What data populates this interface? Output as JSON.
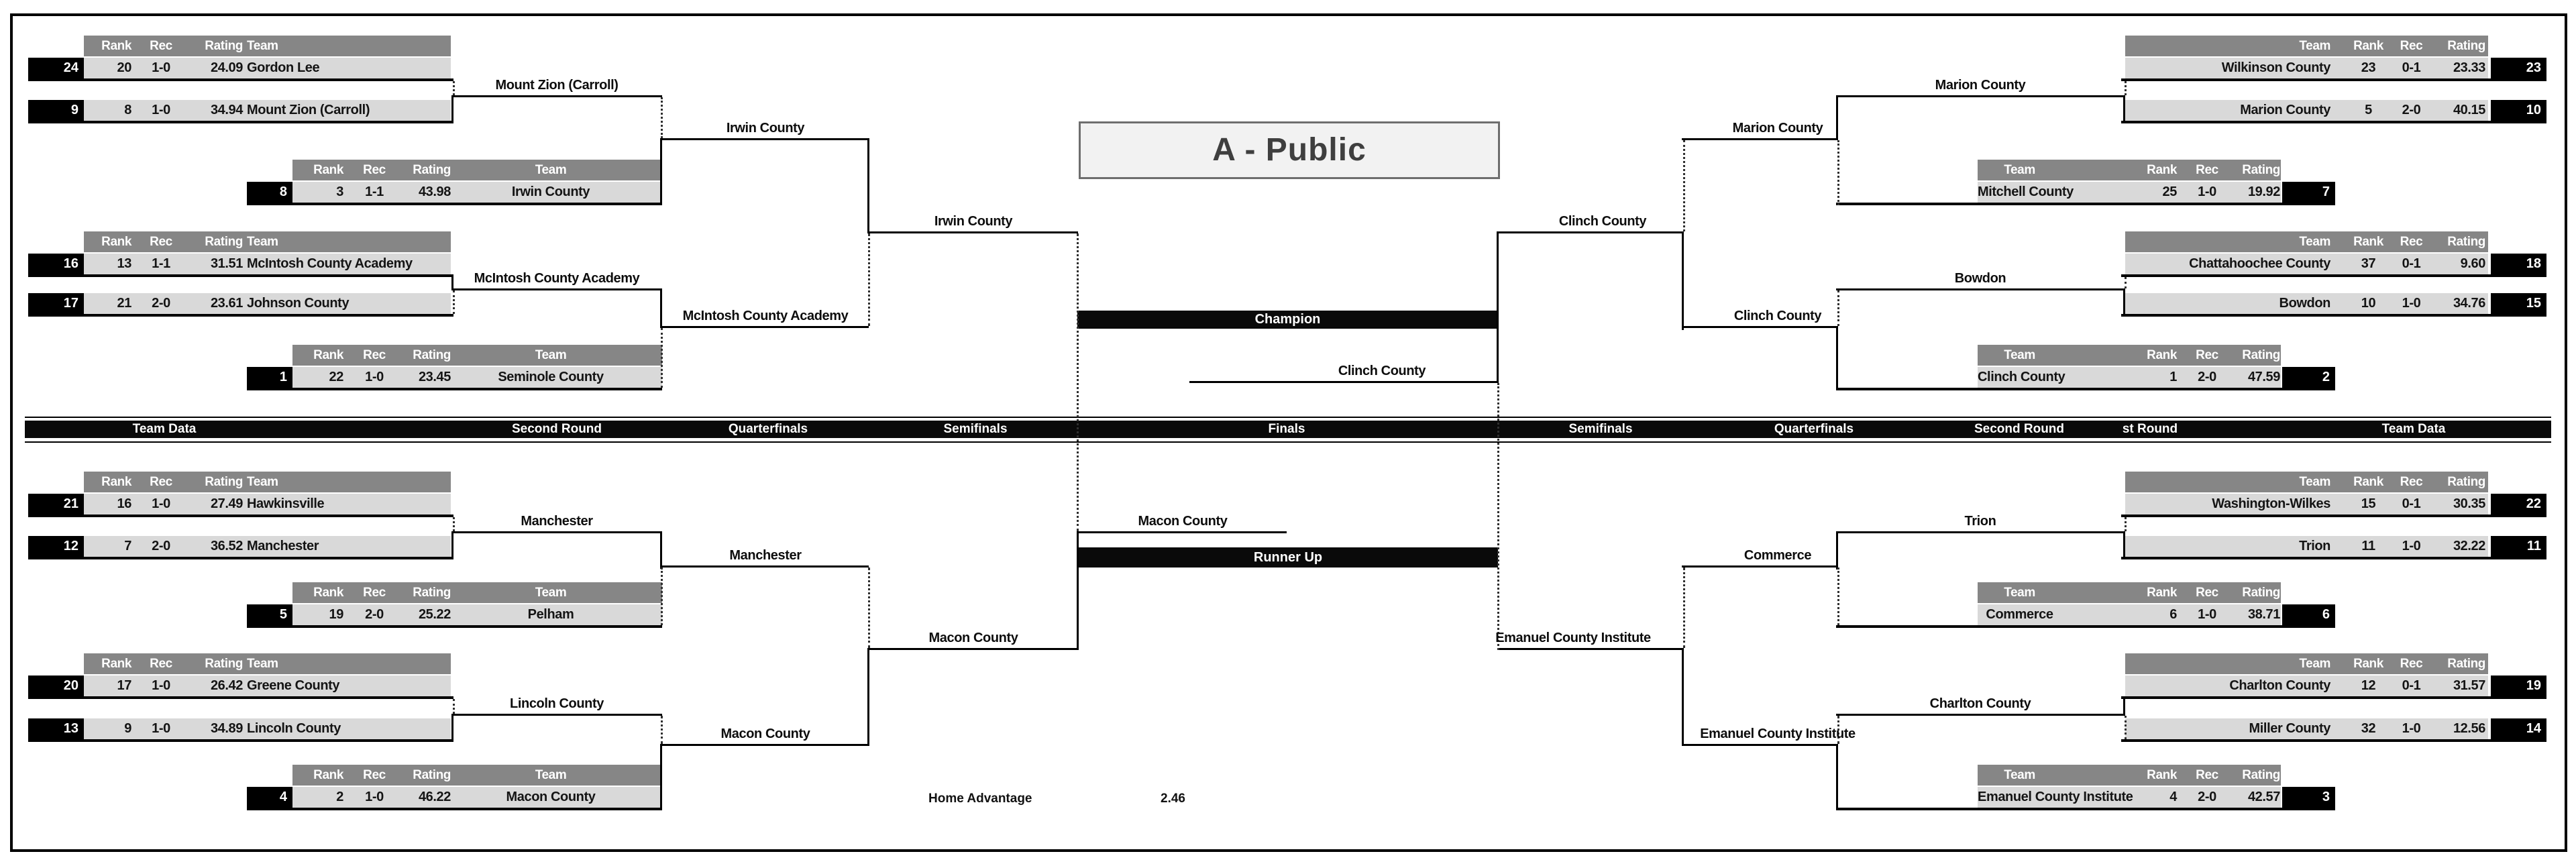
{
  "title": "A - Public",
  "round_bar": [
    "Team Data",
    "Second Round",
    "Quarterfinals",
    "Semifinals",
    "Finals",
    "Semifinals",
    "Quarterfinals",
    "Second Round",
    "st Round",
    "Team Data"
  ],
  "col_headers": {
    "rank": "Rank",
    "rec": "Rec",
    "rating": "Rating",
    "team": "Team"
  },
  "champion_label": "Champion",
  "runner_up_label": "Runner Up",
  "home_advantage": {
    "label": "Home Advantage",
    "value": "2.46"
  },
  "finalists": {
    "top": "Clinch County",
    "bottom": "Macon County"
  },
  "semifinalists": {
    "top_left": "Irwin County",
    "bottom_left": "Macon County",
    "top_right": "Clinch County",
    "bottom_right": "Emanuel County Institute"
  },
  "first_round": [
    {
      "teams": [
        {
          "seed": "24",
          "rank": "20",
          "rec": "1-0",
          "rating": "24.09",
          "team": "Gordon Lee"
        },
        {
          "seed": "9",
          "rank": "8",
          "rec": "1-0",
          "rating": "34.94",
          "team": "Mount Zion (Carroll)"
        }
      ],
      "winner": "Mount Zion (Carroll)"
    },
    {
      "teams": [
        {
          "seed": "16",
          "rank": "13",
          "rec": "1-1",
          "rating": "31.51",
          "team": "McIntosh County Academy"
        },
        {
          "seed": "17",
          "rank": "21",
          "rec": "2-0",
          "rating": "23.61",
          "team": "Johnson County"
        }
      ],
      "winner": "McIntosh County Academy"
    },
    {
      "teams": [
        {
          "seed": "21",
          "rank": "16",
          "rec": "1-0",
          "rating": "27.49",
          "team": "Hawkinsville"
        },
        {
          "seed": "12",
          "rank": "7",
          "rec": "2-0",
          "rating": "36.52",
          "team": "Manchester"
        }
      ],
      "winner": "Manchester"
    },
    {
      "teams": [
        {
          "seed": "20",
          "rank": "17",
          "rec": "1-0",
          "rating": "26.42",
          "team": "Greene County"
        },
        {
          "seed": "13",
          "rank": "9",
          "rec": "1-0",
          "rating": "34.89",
          "team": "Lincoln County"
        }
      ],
      "winner": "Lincoln County"
    },
    {
      "teams": [
        {
          "seed": "23",
          "rank": "23",
          "rec": "0-1",
          "rating": "23.33",
          "team": "Wilkinson County"
        },
        {
          "seed": "10",
          "rank": "5",
          "rec": "2-0",
          "rating": "40.15",
          "team": "Marion County"
        }
      ],
      "winner": "Marion County"
    },
    {
      "teams": [
        {
          "seed": "18",
          "rank": "37",
          "rec": "0-1",
          "rating": "9.60",
          "team": "Chattahoochee County"
        },
        {
          "seed": "15",
          "rank": "10",
          "rec": "1-0",
          "rating": "34.76",
          "team": "Bowdon"
        }
      ],
      "winner": "Bowdon"
    },
    {
      "teams": [
        {
          "seed": "22",
          "rank": "15",
          "rec": "0-1",
          "rating": "30.35",
          "team": "Washington-Wilkes"
        },
        {
          "seed": "11",
          "rank": "11",
          "rec": "1-0",
          "rating": "32.22",
          "team": "Trion"
        }
      ],
      "winner": "Trion"
    },
    {
      "teams": [
        {
          "seed": "19",
          "rank": "12",
          "rec": "0-1",
          "rating": "31.57",
          "team": "Charlton County"
        },
        {
          "seed": "14",
          "rank": "32",
          "rec": "1-0",
          "rating": "12.56",
          "team": "Miller County"
        }
      ],
      "winner": "Charlton County"
    }
  ],
  "second_round": [
    {
      "entry": {
        "seed": "8",
        "rank": "3",
        "rec": "1-1",
        "rating": "43.98",
        "team": "Irwin County"
      },
      "winner": "Irwin County"
    },
    {
      "entry": {
        "seed": "1",
        "rank": "22",
        "rec": "1-0",
        "rating": "23.45",
        "team": "Seminole County"
      },
      "winner": "McIntosh County Academy"
    },
    {
      "entry": {
        "seed": "5",
        "rank": "19",
        "rec": "2-0",
        "rating": "25.22",
        "team": "Pelham"
      },
      "winner": "Manchester"
    },
    {
      "entry": {
        "seed": "4",
        "rank": "2",
        "rec": "1-0",
        "rating": "46.22",
        "team": "Macon County"
      },
      "winner": "Macon County"
    },
    {
      "entry": {
        "seed": "7",
        "rank": "25",
        "rec": "1-0",
        "rating": "19.92",
        "team": "Mitchell County"
      },
      "winner": "Marion County"
    },
    {
      "entry": {
        "seed": "2",
        "rank": "1",
        "rec": "2-0",
        "rating": "47.59",
        "team": "Clinch County"
      },
      "winner": "Clinch County"
    },
    {
      "entry": {
        "seed": "6",
        "rank": "6",
        "rec": "1-0",
        "rating": "38.71",
        "team": "Commerce"
      },
      "winner": "Commerce"
    },
    {
      "entry": {
        "seed": "3",
        "rank": "4",
        "rec": "2-0",
        "rating": "42.57",
        "team": "Emanuel County Institute"
      },
      "winner": "Emanuel County Institute"
    }
  ]
}
